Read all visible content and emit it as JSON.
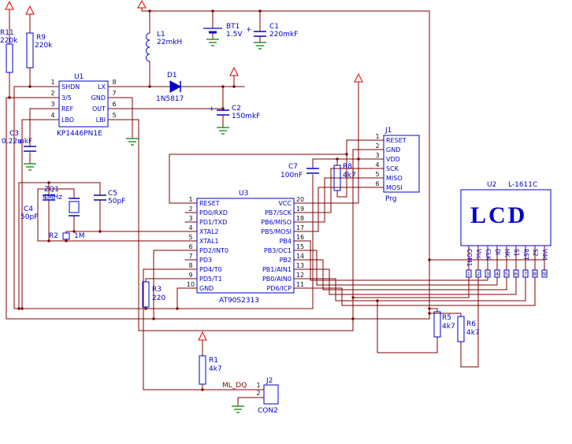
{
  "colors": {
    "wire": "#800000",
    "component": "#0000cd",
    "power": "#e00000",
    "ground": "#008000",
    "pin_number": "#111111"
  },
  "components": {
    "u1": {
      "ref": "U1",
      "part": "KP1446PN1E",
      "left_pins": [
        {
          "num": "1",
          "name": "SHDN"
        },
        {
          "num": "2",
          "name": "3/5"
        },
        {
          "num": "3",
          "name": "REF"
        },
        {
          "num": "4",
          "name": "LBO"
        }
      ],
      "right_pins": [
        {
          "num": "8",
          "name": "LX"
        },
        {
          "num": "7",
          "name": "GND"
        },
        {
          "num": "6",
          "name": "OUT"
        },
        {
          "num": "5",
          "name": "LBI"
        }
      ]
    },
    "u3": {
      "ref": "U3",
      "part": "AT90S2313",
      "left_pins": [
        {
          "num": "1",
          "name": "RESET"
        },
        {
          "num": "2",
          "name": "PD0/RXD"
        },
        {
          "num": "3",
          "name": "PD1/TXD"
        },
        {
          "num": "4",
          "name": "XTAL2"
        },
        {
          "num": "5",
          "name": "XTAL1"
        },
        {
          "num": "6",
          "name": "PD2/INT0"
        },
        {
          "num": "7",
          "name": "PD3"
        },
        {
          "num": "8",
          "name": "PD4/T0"
        },
        {
          "num": "9",
          "name": "PD5/T1"
        },
        {
          "num": "10",
          "name": "GND"
        }
      ],
      "right_pins": [
        {
          "num": "20",
          "name": "VCC"
        },
        {
          "num": "19",
          "name": "PB7/SCK"
        },
        {
          "num": "18",
          "name": "PB6/MISO"
        },
        {
          "num": "17",
          "name": "PB5/MOSI"
        },
        {
          "num": "16",
          "name": "PB4"
        },
        {
          "num": "15",
          "name": "PB3/OC1"
        },
        {
          "num": "14",
          "name": "PB2"
        },
        {
          "num": "13",
          "name": "PB1/AIN1"
        },
        {
          "num": "12",
          "name": "PB0/AIN0"
        },
        {
          "num": "11",
          "name": "PD6/ICP"
        }
      ]
    },
    "u2": {
      "ref": "U2",
      "part": "L-1611C",
      "display_text": "LCD",
      "pins": [
        {
          "num": "1",
          "name": "COM1"
        },
        {
          "num": "2",
          "name": "Vss"
        },
        {
          "num": "3",
          "name": "CLK"
        },
        {
          "num": "4",
          "name": "DI"
        },
        {
          "num": "5",
          "name": "HK"
        },
        {
          "num": "6",
          "name": "S1"
        },
        {
          "num": "7",
          "name": "RST"
        },
        {
          "num": "8",
          "name": "S2"
        },
        {
          "num": "9",
          "name": "Vdd"
        }
      ]
    },
    "j1": {
      "ref": "J1",
      "part": "Prg",
      "pins": [
        {
          "num": "1",
          "name": "RESET"
        },
        {
          "num": "2",
          "name": "GND"
        },
        {
          "num": "3",
          "name": "VDD"
        },
        {
          "num": "4",
          "name": "SCK"
        },
        {
          "num": "5",
          "name": "MISO"
        },
        {
          "num": "6",
          "name": "MOSI"
        }
      ]
    },
    "j2": {
      "ref": "J2",
      "part": "CON2",
      "pins": [
        {
          "num": "1"
        },
        {
          "num": "2"
        }
      ]
    },
    "r1": {
      "ref": "R1",
      "value": "4k7"
    },
    "r2": {
      "ref": "R2",
      "value": "1M"
    },
    "r3": {
      "ref": "R3",
      "value": "220"
    },
    "r5": {
      "ref": "R5",
      "value": "4k7"
    },
    "r6": {
      "ref": "R6",
      "value": "4k7"
    },
    "r8": {
      "ref": "R8",
      "value": "4k7"
    },
    "r9": {
      "ref": "R9",
      "value": "220k"
    },
    "r11": {
      "ref": "R11",
      "value": "220k"
    },
    "c1": {
      "ref": "C1",
      "value": "220mkF",
      "polarity": "+"
    },
    "c2": {
      "ref": "C2",
      "value": "150mkF",
      "polarity": "+"
    },
    "c3": {
      "ref": "C3",
      "value": "0.22mkF",
      "polarity": "+"
    },
    "c4": {
      "ref": "C4",
      "value": "50pF"
    },
    "c5": {
      "ref": "C5",
      "value": "50pF"
    },
    "c7": {
      "ref": "C7",
      "value": "100nF"
    },
    "l1": {
      "ref": "L1",
      "value": "22mkH"
    },
    "d1": {
      "ref": "D1",
      "value": "1N5817"
    },
    "bt1": {
      "ref": "BT1",
      "value": "1.5V"
    },
    "zq1": {
      "ref": "ZQ1",
      "value": "4MHz"
    }
  },
  "net_labels": {
    "ml_dq": "ML_DQ"
  }
}
